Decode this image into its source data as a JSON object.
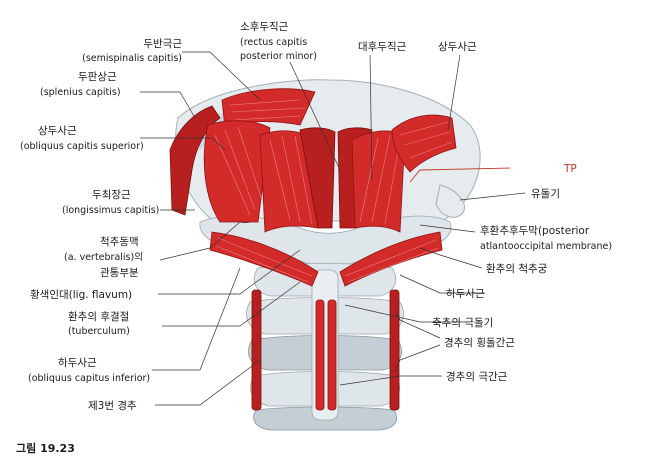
{
  "labels": {
    "dubangeugeun": "두반극근",
    "dubangeugeun_latin": "(semispinalis capitis)",
    "dupansanggeun": "두판상근",
    "dupansanggeun_latin": "(splenius capitis)",
    "sangdusageun_left": "상두사근",
    "sangdusageun_left_latin": "(obliquus capitis superior)",
    "duchoejanggeun": "두최장근",
    "duchoejanggeun_latin": "(longissimus capitis)",
    "cheokchudongmaek_1": "척추동맥",
    "cheokchudongmaek_2": "(a. vertebralis)의",
    "cheokchudongmaek_3": "관통부분",
    "hwangsaekindae": "황색인대(lig. flavum)",
    "hwanchu_hugyeoljeol": "환추의 후결절",
    "hwanchu_hugyeoljeol_latin": "(tuberculum)",
    "hadusageun_left": "하두사근",
    "hadusageun_left_latin": "(obliquus capitus inferior)",
    "je3beon_gyeongchu": "제3번 경추",
    "sohudujikgeun": "소후두직근",
    "sohudujikgeun_latin_1": "(rectus capitis",
    "sohudujikgeun_latin_2": "posterior minor)",
    "daehudujikgeun": "대후두직근",
    "sangdusageun_right": "상두사근",
    "tp": "TP",
    "yudolgi": "유돌기",
    "huhwanchu_1": "후환추후두막(posterior",
    "huhwanchu_2": "atlantooccipital membrane)",
    "hwanchu_cheokchugung": "환추의 척추궁",
    "hadusageun_right": "하두사근",
    "chukchu_geukdolgi": "축추의 극돌기",
    "gyeongchu_hoengdolgangeun": "경추의 횡돌간근",
    "gyeongchu_geukgangeun": "경추의 극간근"
  },
  "caption": "그림 19.23",
  "colors": {
    "muscle": "#d32a2a",
    "bone": "#dfe6ea",
    "tp_label": "#c0392b"
  }
}
